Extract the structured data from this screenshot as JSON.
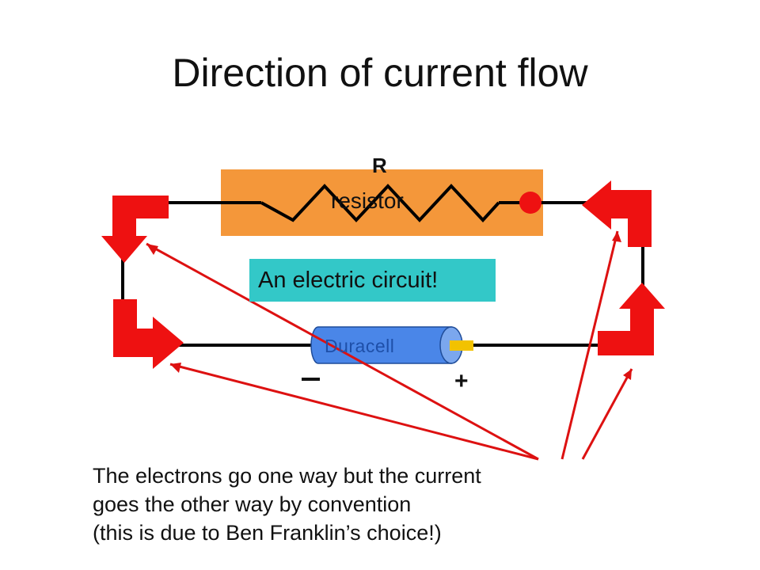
{
  "title": "Direction of current flow",
  "resistor": {
    "letter": "R",
    "label": "resistor"
  },
  "circuit_label": "An electric circuit!",
  "battery": {
    "brand": "Duracell",
    "negative": "−",
    "positive": "+"
  },
  "caption": [
    "The electrons go one way but the current",
    "goes the other way  by convention",
    "(this is due to Ben Franklin’s choice!)"
  ],
  "colors": {
    "arrow": "#ee1111",
    "resistor_box": "#f4973a",
    "label_box": "#33c8c8",
    "battery_body": "#4a86e8",
    "battery_tip": "#f2c200",
    "wire": "#000000",
    "pointer_line": "#dd1111"
  },
  "icons": [
    "zigzag-resistor-symbol",
    "battery-cylinder",
    "current-arrow"
  ]
}
